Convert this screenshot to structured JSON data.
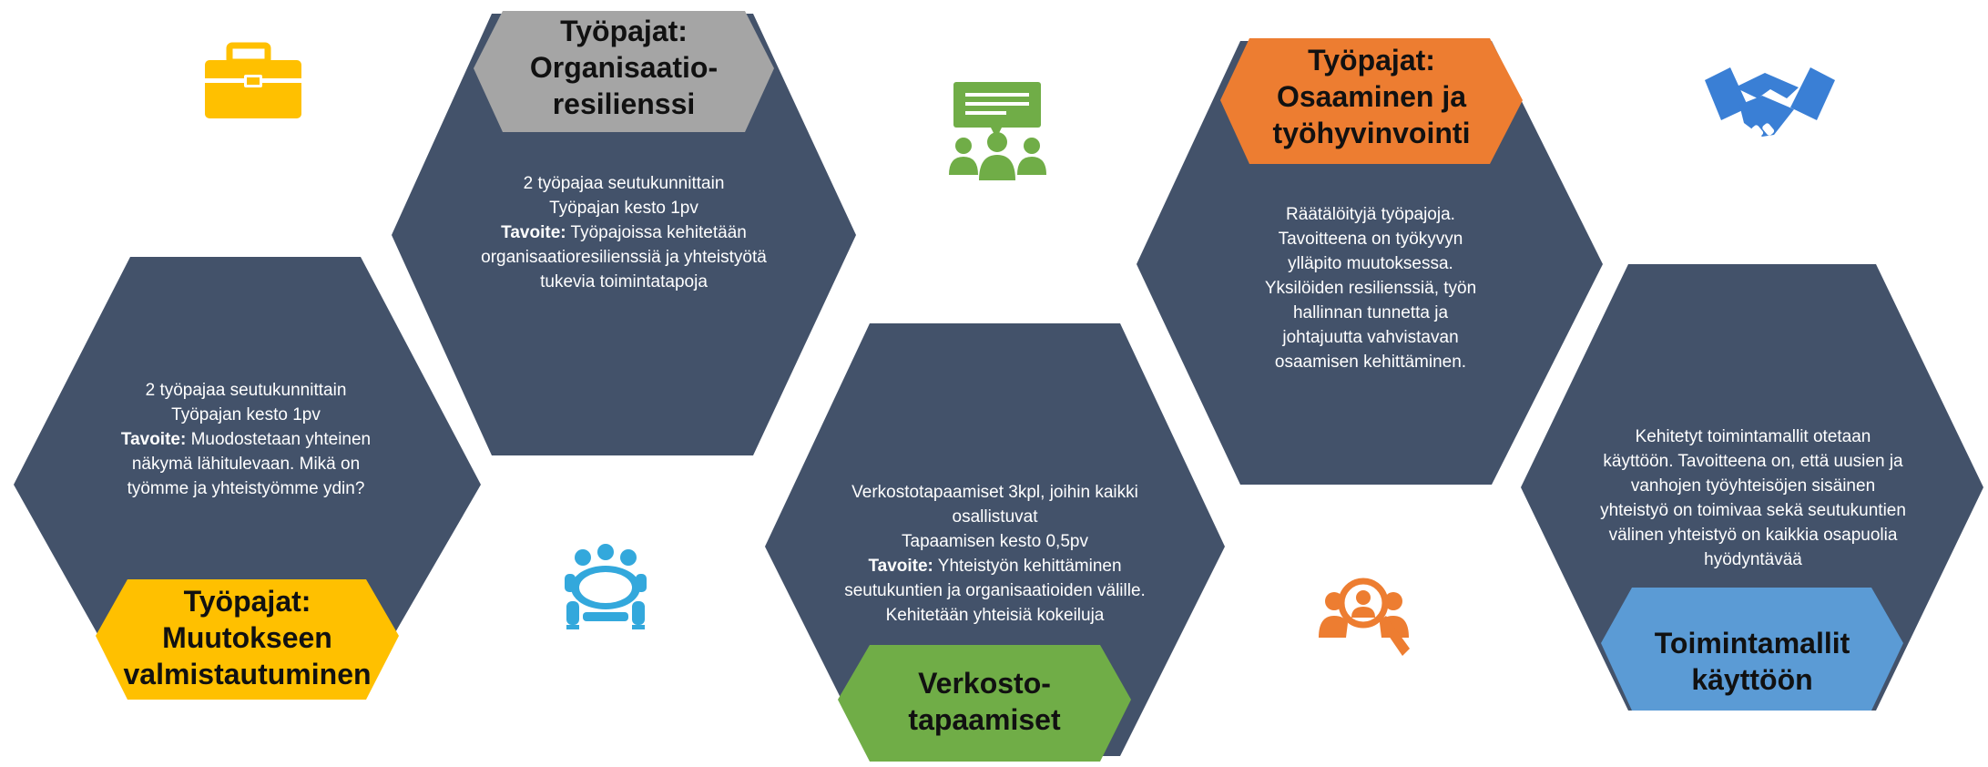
{
  "colors": {
    "hexagon": "#43526a",
    "grey": "#a5a5a5",
    "yellow": "#ffc000",
    "orange": "#ed7d31",
    "green": "#70ad47",
    "blue": "#5b9bd5",
    "icon_yellow": "#ffc000",
    "icon_green": "#70ad47",
    "icon_blue": "#33a8dc",
    "icon_orange": "#ed7d31",
    "icon_steelblue": "#3a7fd5"
  },
  "icons": [
    "briefcase-icon",
    "feedback-group-icon",
    "handshake-icon",
    "meeting-table-icon",
    "search-people-icon"
  ],
  "hexes": {
    "muutos": {
      "title": "Työpajat: Muutokseen valmistautuminen",
      "title_lines": [
        "Työpajat:",
        "Muutokseen",
        "valmistautuminen"
      ],
      "line1": "2 työpajaa seutukunnittain",
      "line2": "Työpajan kesto 1pv",
      "goal_label": "Tavoite:",
      "goal_text_1": " Muodostetaan yhteinen",
      "goal_text_2": "näkymä lähitulevaan. Mikä on",
      "goal_text_3": "työmme ja yhteistyömme ydin?"
    },
    "organisaatio": {
      "title_lines": [
        "Työpajat:",
        "Organisaatio-",
        "resilienssi"
      ],
      "line1": "2 työpajaa seutukunnittain",
      "line2": "Työpajan kesto 1pv",
      "goal_label": "Tavoite:",
      "goal_text_1": " Työpajoissa kehitetään",
      "goal_text_2": "organisaatioresilienssiä ja yhteistyötä",
      "goal_text_3": "tukevia toimintatapoja"
    },
    "verkosto": {
      "title_lines": [
        "Verkosto-",
        "tapaamiset"
      ],
      "line1": "Verkostotapaamiset 3kpl, joihin kaikki",
      "line2": "osallistuvat",
      "line3": "Tapaamisen kesto 0,5pv",
      "goal_label": "Tavoite:",
      "goal_text_1": " Yhteistyön kehittäminen",
      "goal_text_2": "seutukuntien ja organisaatioiden välille.",
      "goal_text_3": "Kehitetään yhteisiä kokeiluja"
    },
    "osaaminen": {
      "title_lines": [
        "Työpajat:",
        "Osaaminen ja",
        "työhyvinvointi"
      ],
      "lines": [
        "Räätälöityjä työpajoja.",
        "Tavoitteena on  työkyvyn",
        "ylläpito muutoksessa.",
        "Yksilöiden resilienssiä, työn",
        "hallinnan tunnetta ja",
        "johtajuutta vahvistavan",
        "osaamisen kehittäminen."
      ]
    },
    "toiminta": {
      "title_lines": [
        "Toimintamallit",
        "käyttöön"
      ],
      "lines": [
        "Kehitetyt toimintamallit otetaan",
        "käyttöön. Tavoitteena on, että uusien ja",
        "vanhojen työyhteisöjen sisäinen",
        "yhteistyö on toimivaa sekä seutukuntien",
        "välinen yhteistyö on kaikkia osapuolia",
        "hyödyntävää"
      ]
    }
  }
}
